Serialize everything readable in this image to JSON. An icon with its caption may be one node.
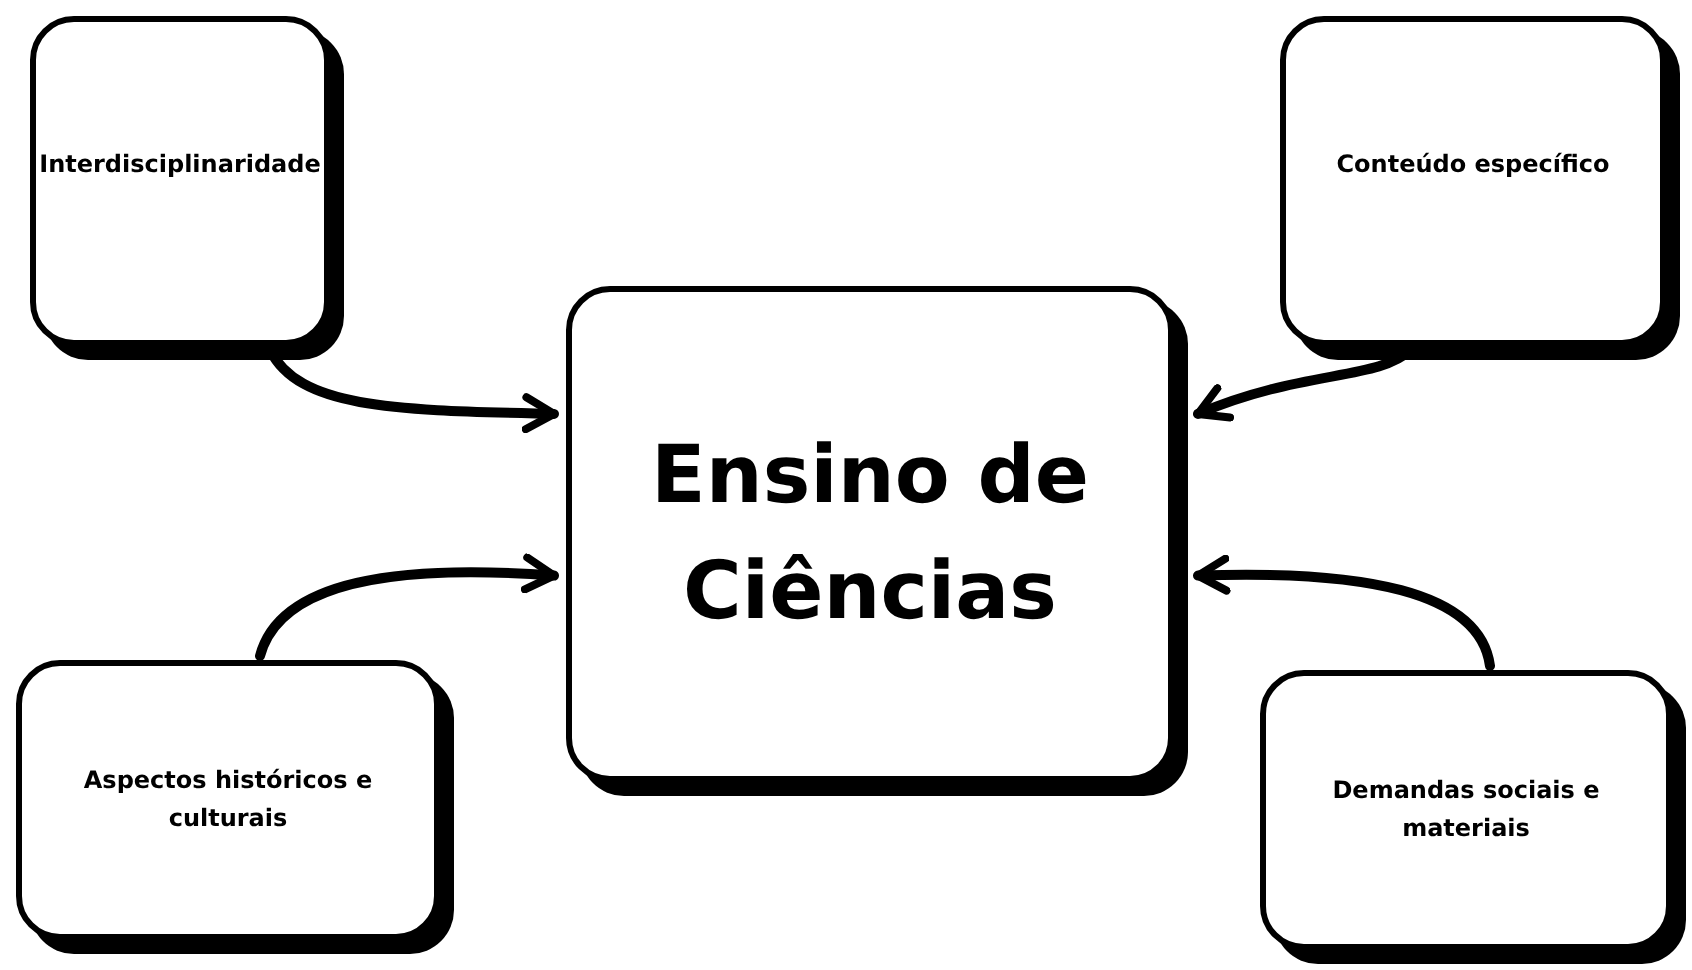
{
  "diagram": {
    "nodes": [
      {
        "text": [
          "Ensino de Ciências"
        ]
      },
      {
        "text": [
          "Interdisciplinaridade"
        ]
      },
      {
        "text": [
          "Conteúdo específico"
        ]
      },
      {
        "text": [
          "Aspectos históricos e culturais"
        ]
      },
      {
        "text": [
          "Demandas sociais e materiais"
        ]
      }
    ],
    "edges": [
      {
        "from": 1,
        "to": 0,
        "arrow": "to"
      },
      {
        "from": 2,
        "to": 0,
        "arrow": "to"
      },
      {
        "from": 3,
        "to": 0,
        "arrow": "to"
      },
      {
        "from": 4,
        "to": 0,
        "arrow": "to"
      }
    ]
  }
}
